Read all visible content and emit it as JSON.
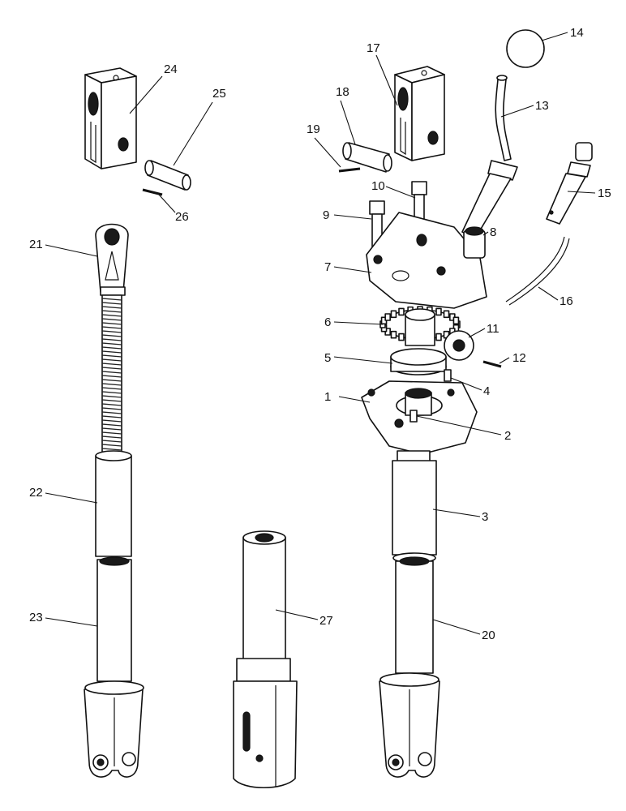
{
  "diagram": {
    "parts": [
      {
        "id": "1",
        "label": "1"
      },
      {
        "id": "2",
        "label": "2"
      },
      {
        "id": "3",
        "label": "3"
      },
      {
        "id": "4",
        "label": "4"
      },
      {
        "id": "5",
        "label": "5"
      },
      {
        "id": "6",
        "label": "6"
      },
      {
        "id": "7",
        "label": "7"
      },
      {
        "id": "8",
        "label": "8"
      },
      {
        "id": "9",
        "label": "9"
      },
      {
        "id": "10",
        "label": "10"
      },
      {
        "id": "11",
        "label": "11"
      },
      {
        "id": "12",
        "label": "12"
      },
      {
        "id": "13",
        "label": "13"
      },
      {
        "id": "14",
        "label": "14"
      },
      {
        "id": "15",
        "label": "15"
      },
      {
        "id": "16",
        "label": "16"
      },
      {
        "id": "17",
        "label": "17"
      },
      {
        "id": "18",
        "label": "18"
      },
      {
        "id": "19",
        "label": "19"
      },
      {
        "id": "20",
        "label": "20"
      },
      {
        "id": "21",
        "label": "21"
      },
      {
        "id": "22",
        "label": "22"
      },
      {
        "id": "23",
        "label": "23"
      },
      {
        "id": "24",
        "label": "24"
      },
      {
        "id": "25",
        "label": "25"
      },
      {
        "id": "26",
        "label": "26"
      },
      {
        "id": "27",
        "label": "27"
      }
    ]
  }
}
